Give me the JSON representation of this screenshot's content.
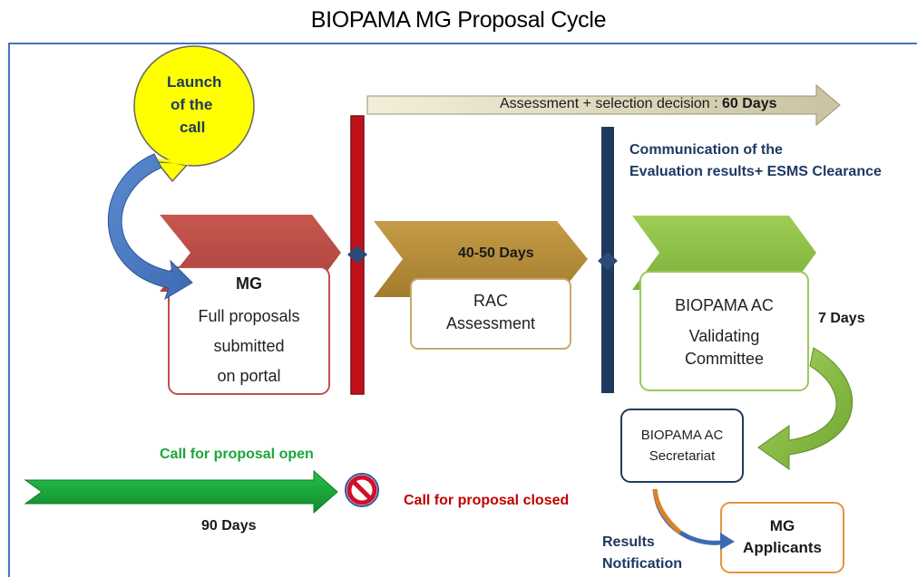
{
  "title": "BIOPAMA MG Proposal Cycle",
  "launch": {
    "line1": "Launch",
    "line2": "of the",
    "line3": "call"
  },
  "assessment_arrow": {
    "text": "Assessment + selection decision : ",
    "days": "60 Days"
  },
  "communication": {
    "line1": "Communication of the",
    "line2": "Evaluation results+ ESMS Clearance"
  },
  "stage_mg": {
    "title": "MG",
    "line1": "Full proposals",
    "line2": "submitted",
    "line3": "on portal"
  },
  "stage_rac": {
    "days": "40-50 Days",
    "line1": "RAC",
    "line2": "Assessment"
  },
  "stage_ac": {
    "line1": "BIOPAMA AC",
    "line2": "Validating",
    "line3": "Committee"
  },
  "seven_days": "7 Days",
  "secretariat": {
    "line1": "BIOPAMA AC",
    "line2": "Secretariat"
  },
  "call_open": "Call for proposal open",
  "ninety_days": "90 Days",
  "call_closed": "Call for proposal closed",
  "results": {
    "line1": "Results",
    "line2": "Notification"
  },
  "applicants": {
    "line1": "MG",
    "line2": "Applicants"
  },
  "colors": {
    "frame": "#4472c4",
    "launch_bubble": "#ffff00",
    "red_chevron": "#c0504d",
    "gold_chevron": "#b58f3c",
    "green_chevron": "#92c34d",
    "red_bar": "#c0111a",
    "navy_bar": "#1f3a5f",
    "green_arrow": "#1aae3a",
    "green_text": "#1aa63a",
    "red_text": "#c00000",
    "navy_text": "#1f3864"
  }
}
